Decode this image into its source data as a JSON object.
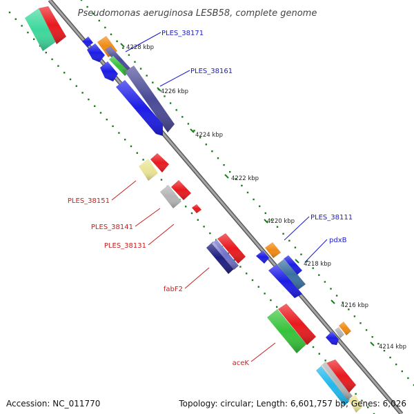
{
  "title": "Pseudomonas aeruginosa LESB58, complete genome",
  "footer": {
    "accession": "Accession: NC_011770",
    "summary": "Topology: circular; Length: 6,601,757 bp; Genes: 6,026"
  },
  "ticks": [
    "4228 kbp",
    "4226 kbp",
    "4224 kbp",
    "4222 kbp",
    "4220 kbp",
    "4218 kbp",
    "4216 kbp",
    "4214 kbp"
  ],
  "labels": {
    "forward": [
      "PLES_38171",
      "PLES_38161",
      "PLES_38111",
      "pdxB"
    ],
    "reverse": [
      "PLES_38151",
      "PLES_38141",
      "PLES_38131",
      "fabF2",
      "aceK"
    ]
  },
  "colors": {
    "backbone": "#8c8c8c",
    "dots": "#1a7a1a",
    "forward_label": "#1a1acc",
    "reverse_label": "#cc1a1a",
    "red": "#e8191e",
    "blue": "#1c1ce6",
    "green": "#36c23a",
    "teal": "#3dd89c",
    "orange": "#f08a14",
    "navy": "#1e1e80",
    "slate": "#4a4a96",
    "purple": "#7070c8",
    "khaki": "#eae496",
    "silver": "#b4b4b4",
    "cyan": "#20b8ec",
    "steel": "#3a70a0"
  }
}
